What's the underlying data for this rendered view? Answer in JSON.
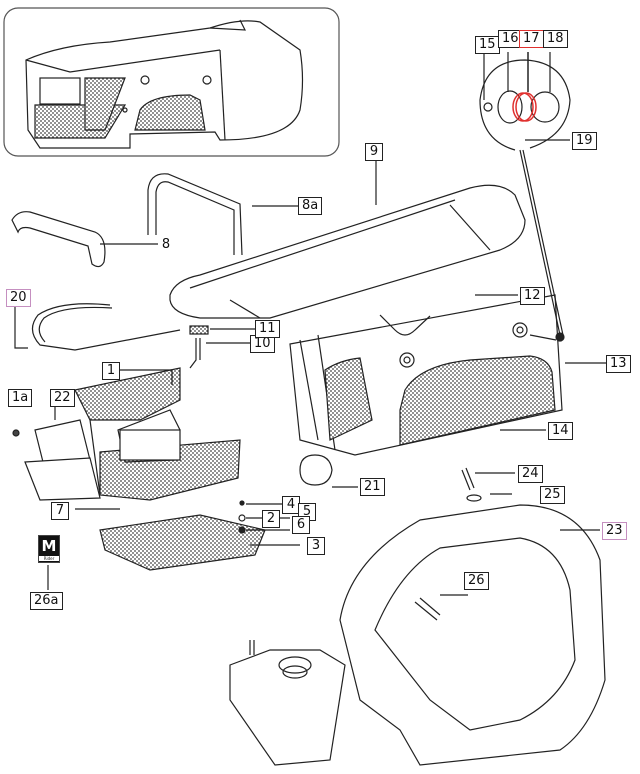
{
  "diagram": {
    "title_inset": "tractor-hood-assembly-overview",
    "callouts": [
      {
        "id": "c1",
        "label": "1"
      },
      {
        "id": "c1a",
        "label": "1a"
      },
      {
        "id": "c2",
        "label": "2"
      },
      {
        "id": "c3",
        "label": "3"
      },
      {
        "id": "c4",
        "label": "4"
      },
      {
        "id": "c5",
        "label": "5"
      },
      {
        "id": "c6",
        "label": "6"
      },
      {
        "id": "c7",
        "label": "7"
      },
      {
        "id": "c8",
        "label": "8"
      },
      {
        "id": "c8a",
        "label": "8a"
      },
      {
        "id": "c9",
        "label": "9"
      },
      {
        "id": "c10",
        "label": "10"
      },
      {
        "id": "c11",
        "label": "11"
      },
      {
        "id": "c12",
        "label": "12"
      },
      {
        "id": "c13",
        "label": "13"
      },
      {
        "id": "c14",
        "label": "14"
      },
      {
        "id": "c15",
        "label": "15"
      },
      {
        "id": "c16",
        "label": "16"
      },
      {
        "id": "c17",
        "label": "17"
      },
      {
        "id": "c18",
        "label": "18"
      },
      {
        "id": "c19",
        "label": "19"
      },
      {
        "id": "c20",
        "label": "20"
      },
      {
        "id": "c21",
        "label": "21"
      },
      {
        "id": "c22",
        "label": "22"
      },
      {
        "id": "c23",
        "label": "23"
      },
      {
        "id": "c24",
        "label": "24"
      },
      {
        "id": "c25",
        "label": "25"
      },
      {
        "id": "c26",
        "label": "26"
      },
      {
        "id": "c26a",
        "label": "26a"
      }
    ],
    "badge": {
      "letter": "M",
      "subtext": "Rider"
    },
    "colors": {
      "line": "#222222",
      "highlight_red": "#e0302e",
      "highlight_pink": "#c58fc0",
      "mesh": "#555555"
    }
  }
}
